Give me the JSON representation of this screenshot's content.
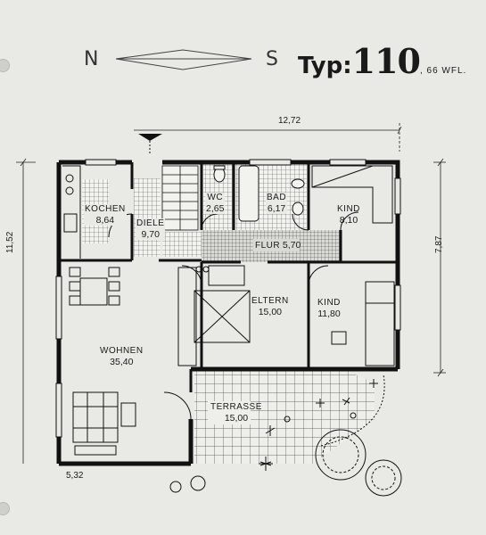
{
  "compass": {
    "north": "N",
    "south": "S"
  },
  "type_label": {
    "prefix": "Typ",
    "colon": ":",
    "number": "110",
    "area": ", 66 WFL."
  },
  "dimensions": {
    "width_top": "12,72",
    "height_left": "11,52",
    "height_right": "7,87",
    "width_bottom": "5,32"
  },
  "rooms": [
    {
      "name": "KOCHEN",
      "value": "8,64"
    },
    {
      "name": "DIELE",
      "value": "9,70"
    },
    {
      "name": "WC",
      "value": "2,65"
    },
    {
      "name": "BAD",
      "value": "6,17"
    },
    {
      "name": "KIND",
      "value": "8,10"
    },
    {
      "name": "FLUR",
      "value": "5,70"
    },
    {
      "name": "ELTERN",
      "value": "15,00"
    },
    {
      "name": "KIND",
      "value": "11,80"
    },
    {
      "name": "WOHNEN",
      "value": "35,40"
    },
    {
      "name": "TERRASSE",
      "value": "15,00"
    }
  ]
}
